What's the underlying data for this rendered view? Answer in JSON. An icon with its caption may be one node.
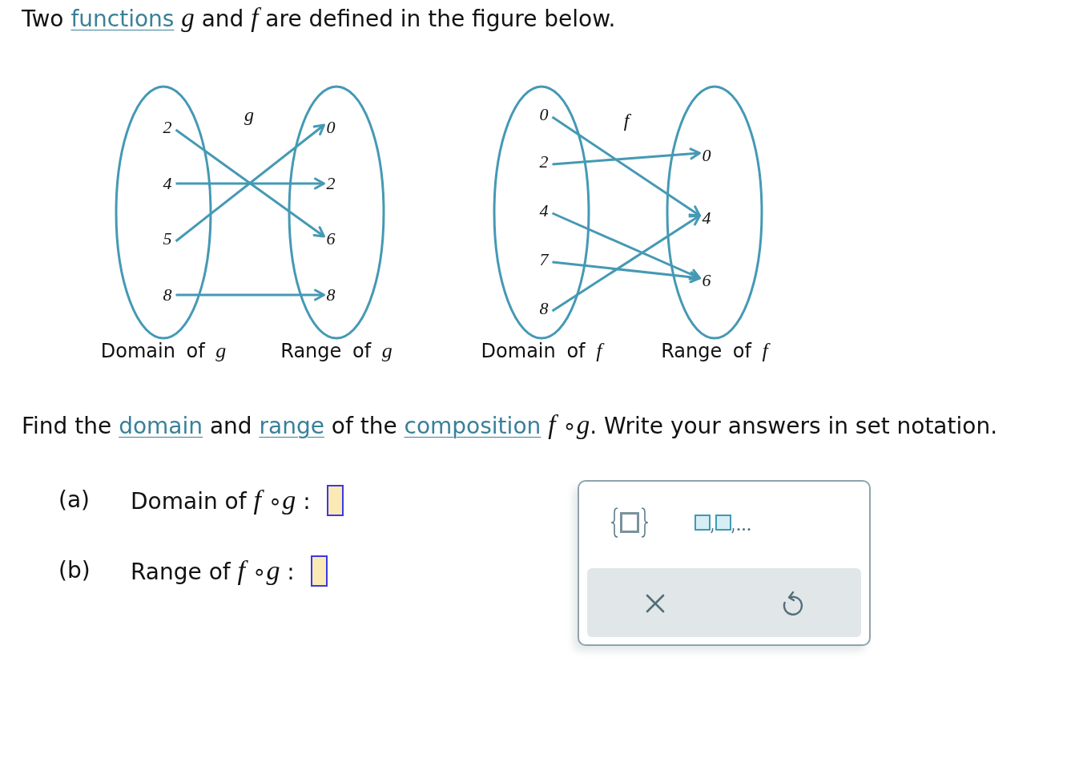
{
  "diagram": {
    "nodes": [
      {
        "text": [
          "Domain of *g*"
        ]
      },
      {
        "text": [
          "2"
        ],
        "in": 0
      },
      {
        "text": [
          "4"
        ],
        "in": 0
      },
      {
        "text": [
          "5"
        ],
        "in": 0
      },
      {
        "text": [
          "8"
        ],
        "in": 0
      },
      {
        "text": [
          "Range of *g*"
        ]
      },
      {
        "text": [
          "0"
        ],
        "in": 5
      },
      {
        "text": [
          "2"
        ],
        "in": 5
      },
      {
        "text": [
          "6"
        ],
        "in": 5
      },
      {
        "text": [
          "8"
        ],
        "in": 5
      },
      {
        "text": [
          "Domain of *f*"
        ]
      },
      {
        "text": [
          "0"
        ],
        "in": 10
      },
      {
        "text": [
          "2"
        ],
        "in": 10
      },
      {
        "text": [
          "4"
        ],
        "in": 10
      },
      {
        "text": [
          "7"
        ],
        "in": 10
      },
      {
        "text": [
          "8"
        ],
        "in": 10
      },
      {
        "text": [
          "Range of *f*"
        ]
      },
      {
        "text": [
          "0"
        ],
        "in": 16
      },
      {
        "text": [
          "4"
        ],
        "in": 16
      },
      {
        "text": [
          "6"
        ],
        "in": 16
      }
    ],
    "edges": [
      {
        "from": 1,
        "to": 8,
        "arrow": "to"
      },
      {
        "from": 2,
        "to": 7,
        "arrow": "to"
      },
      {
        "from": 3,
        "to": 6,
        "arrow": "to"
      },
      {
        "from": 4,
        "to": 9,
        "arrow": "to"
      },
      {
        "from": 11,
        "to": 18,
        "arrow": "to"
      },
      {
        "from": 12,
        "to": 17,
        "arrow": "to"
      },
      {
        "from": 13,
        "to": 19,
        "arrow": "to"
      },
      {
        "from": 14,
        "to": 19,
        "arrow": "to"
      },
      {
        "from": 15,
        "to": 18,
        "arrow": "to"
      }
    ],
    "labels": [
      "Two functions *g* and *f* are defined in the figure below.",
      "g",
      "f",
      "Find the domain and range of the composition *f* ∘*g*. Write your answers in set notation.",
      "(a)",
      "Domain of *f* ∘*g* :",
      "(b)",
      "Range of *f* ∘*g* :"
    ]
  }
}
